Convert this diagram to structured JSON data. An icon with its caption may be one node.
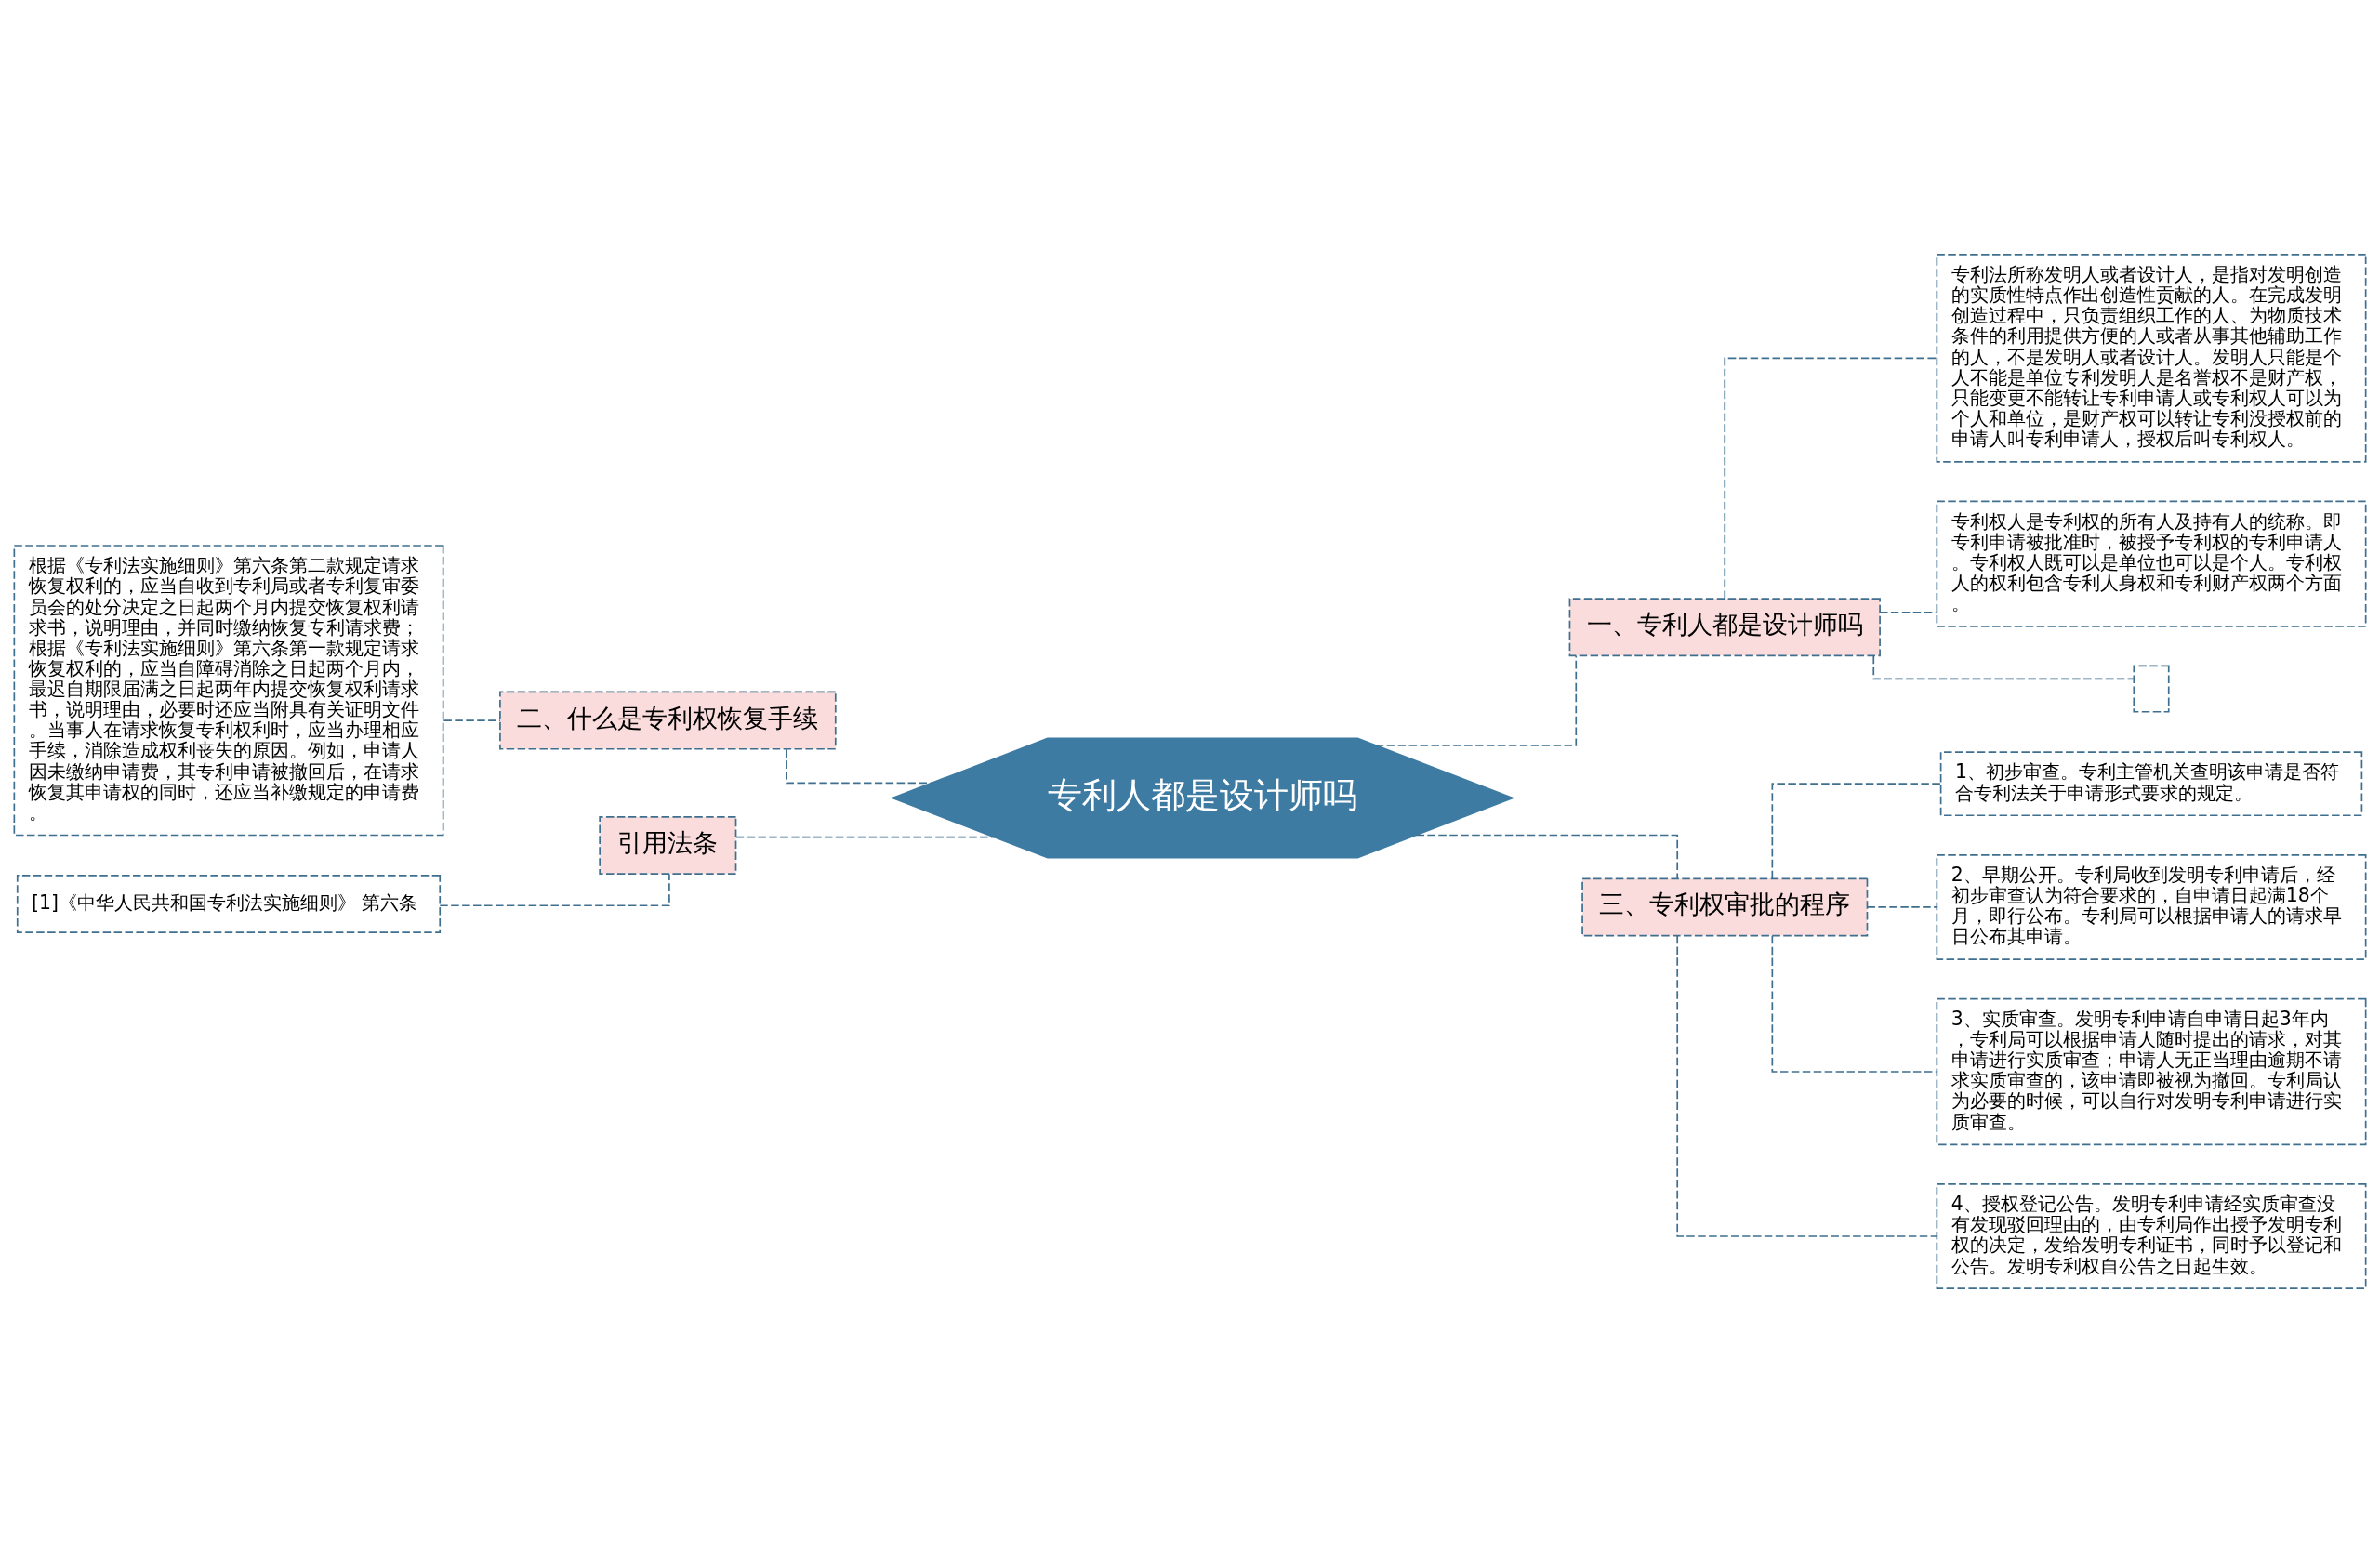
{
  "diagram": {
    "nodes": [
      {
        "text": [
          "专利人都是设计师吗"
        ]
      },
      {
        "text": [
          "一、专利人都是设计师吗"
        ]
      },
      {
        "text": [
          "专利法所称发明人或者设计人，是指对发明创造的实质性特点作出创造性贡献的人。在完成发明创造过程中，只负责组织工作的人、为物质技术条件的利用提供方便的人或者从事其他辅助工作的人，不是发明人或者设计人。发明人只能是个人不能是单位专利发明人是名誉权不是财产权，只能变更不能转让专利申请人或专利权人可以为个人和单位，是财产权可以转让专利没授权前的申请人叫专利申请人，授权后叫专利权人。"
        ]
      },
      {
        "text": [
          "专利权人是专利权的所有人及持有人的统称。即专利申请被批准时，被授予专利权的专利申请人。专利权人既可以是单位也可以是个人。专利权人的权利包含专利人身权和专利财产权两个方面。"
        ]
      },
      {
        "text": [],
        "shape": "box"
      },
      {
        "text": [
          "二、什么是专利权恢复手续"
        ]
      },
      {
        "text": [
          "根据《专利法实施细则》第六条第二款规定请求恢复权利的，应当自收到专利局或者专利复审委员会的处分决定之日起两个月内提交恢复权利请求书，说明理由，并同时缴纳恢复专利请求费；根据《专利法实施细则》第六条第一款规定请求恢复权利的，应当自障碍消除之日起两个月内，最迟自期限届满之日起两年内提交恢复权利请求书，说明理由，必要时还应当附具有关证明文件。当事人在请求恢复专利权利时，应当办理相应手续，消除造成权利丧失的原因。例如，申请人因未缴纳申请费，其专利申请被撤回后，在请求恢复其申请权的同时，还应当补缴规定的申请费。"
        ]
      },
      {
        "text": [
          "三、专利权审批的程序"
        ]
      },
      {
        "text": [
          "1、初步审查。专利主管机关查明该申请是否符合专利法关于申请形式要求的规定。"
        ]
      },
      {
        "text": [
          "2、早期公开。专利局收到发明专利申请后，经初步审查认为符合要求的，自申请日起满18个月，即行公布。专利局可以根据申请人的请求早日公布其申请。"
        ]
      },
      {
        "text": [
          "3、实质审查。发明专利申请自申请日起3年内，专利局可以根据申请人随时提出的请求，对其申请进行实质审查；申请人无正当理由逾期不请求实质审查的，该申请即被视为撤回。专利局认为必要的时候，可以自行对发明专利申请进行实质审查。"
        ]
      },
      {
        "text": [
          "4、授权登记公告。发明专利申请经实质审查没有发现驳回理由的，由专利局作出授予发明专利权的决定，发给发明专利证书，同时予以登记和公告。发明专利权自公告之日起生效。"
        ]
      },
      {
        "text": [
          "引用法条"
        ]
      },
      {
        "text": [
          "[1]《中华人民共和国专利法实施细则》 第六条"
        ]
      }
    ],
    "edges": [
      {
        "from": 0,
        "to": 1,
        "arrow": "none",
        "style": "dashed"
      },
      {
        "from": 1,
        "to": 2,
        "arrow": "none",
        "style": "dashed"
      },
      {
        "from": 1,
        "to": 3,
        "arrow": "none",
        "style": "dashed"
      },
      {
        "from": 1,
        "to": 4,
        "arrow": "none",
        "style": "dashed"
      },
      {
        "from": 0,
        "to": 5,
        "arrow": "none",
        "style": "dashed"
      },
      {
        "from": 5,
        "to": 6,
        "arrow": "none",
        "style": "dashed"
      },
      {
        "from": 0,
        "to": 7,
        "arrow": "none",
        "style": "dashed"
      },
      {
        "from": 7,
        "to": 8,
        "arrow": "none",
        "style": "dashed"
      },
      {
        "from": 7,
        "to": 9,
        "arrow": "none",
        "style": "dashed"
      },
      {
        "from": 7,
        "to": 10,
        "arrow": "none",
        "style": "dashed"
      },
      {
        "from": 7,
        "to": 11,
        "arrow": "none",
        "style": "dashed"
      },
      {
        "from": 0,
        "to": 12,
        "arrow": "none",
        "style": "dashed"
      },
      {
        "from": 12,
        "to": 13,
        "arrow": "none",
        "style": "dashed"
      }
    ]
  }
}
